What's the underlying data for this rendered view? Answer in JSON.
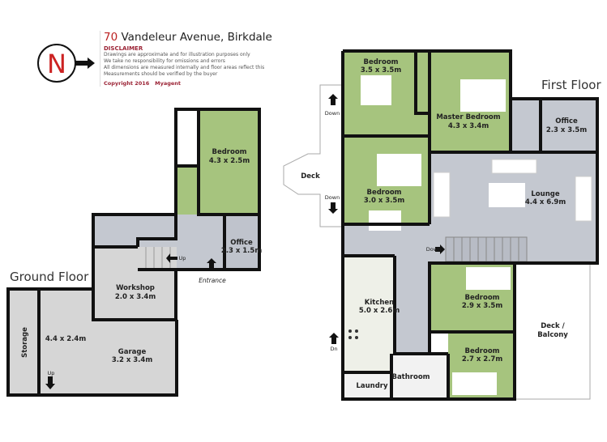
{
  "header": {
    "number": "70",
    "address": "Vandeleur Avenue, Birkdale",
    "disclaimer_title": "DISCLAIMER",
    "disclaimer_lines": [
      "Drawings are approximate and for illustration purposes only",
      "We take no responsibility for omissions and errors",
      "All dimensions are measured internally and floor areas reflect this",
      "Measurements should be verified by the buyer"
    ],
    "copyright": "Copyright 2016",
    "company": "Myagent"
  },
  "compass": {
    "letter": "N",
    "icon": "north-arrow-icon"
  },
  "colors": {
    "bedroom": "#a6c47e",
    "living": "#c4c8d0",
    "utility": "#d6d6d6",
    "wall": "#111111",
    "accent": "#9b2335"
  },
  "ground_floor": {
    "label": "Ground Floor",
    "rooms": {
      "bedroom": {
        "name": "Bedroom",
        "size": "4.3 x 2.5m"
      },
      "office": {
        "name": "Office",
        "size": "2.3 x 1.5m"
      },
      "workshop": {
        "name": "Workshop",
        "size": "2.0 x 3.4m"
      },
      "storage": {
        "name": "Storage",
        "size": "4.4 x 2.4m"
      },
      "garage": {
        "name": "Garage",
        "size": "3.2 x 3.4m"
      }
    },
    "stairs_up": "Up",
    "garage_up": "Up",
    "entrance": "Entrance"
  },
  "first_floor": {
    "label": "First Floor",
    "rooms": {
      "bedroom1": {
        "name": "Bedroom",
        "size": "3.5 x 3.5m"
      },
      "master": {
        "name": "Master Bedroom",
        "size": "4.3 x 3.4m"
      },
      "office": {
        "name": "Office",
        "size": "2.3 x 3.5m"
      },
      "bedroom2": {
        "name": "Bedroom",
        "size": "3.0 x 3.5m"
      },
      "lounge": {
        "name": "Lounge",
        "size": "4.4 x 6.9m"
      },
      "kitchen": {
        "name": "Kitchen",
        "size": "5.0 x 2.6m"
      },
      "bedroom3": {
        "name": "Bedroom",
        "size": "2.9 x 3.5m"
      },
      "bedroom4": {
        "name": "Bedroom",
        "size": "2.7 x 2.7m"
      },
      "bathroom": {
        "name": "Bathroom"
      },
      "laundry": {
        "name": "Laundry"
      },
      "deck": {
        "name": "Deck"
      },
      "balcony": {
        "line1": "Deck /",
        "line2": "Balcony"
      }
    },
    "down1": "Down",
    "down2": "Down",
    "down3": "Down",
    "dn": "Dn"
  }
}
